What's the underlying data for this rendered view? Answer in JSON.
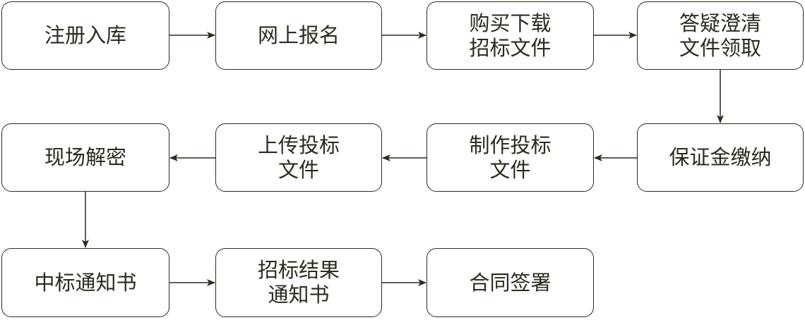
{
  "steps": [
    {
      "label": "注册入库"
    },
    {
      "label": "网上报名"
    },
    {
      "label": "购买下载\n招标文件"
    },
    {
      "label": "答疑澄清\n文件领取"
    },
    {
      "label": "保证金缴纳"
    },
    {
      "label": "制作投标\n文件"
    },
    {
      "label": "上传投标\n文件"
    },
    {
      "label": "现场解密"
    },
    {
      "label": "中标通知书"
    },
    {
      "label": "招标结果\n通知书"
    },
    {
      "label": "合同签署"
    }
  ],
  "colors": {
    "line": "#2b2b1f"
  }
}
